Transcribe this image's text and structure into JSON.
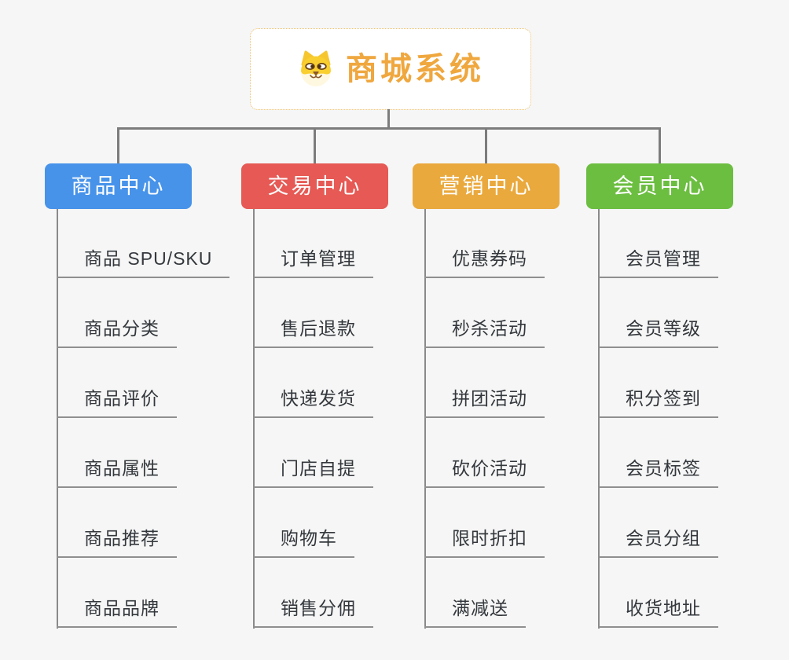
{
  "root": {
    "title": "商城系统",
    "icon": "shiba-dog-icon",
    "title_color": "#efa73e",
    "border_color": "#edbe6b"
  },
  "branches": [
    {
      "label": "商品中心",
      "color": "#4793ea",
      "items": [
        "商品 SPU/SKU",
        "商品分类",
        "商品评价",
        "商品属性",
        "商品推荐",
        "商品品牌"
      ]
    },
    {
      "label": "交易中心",
      "color": "#e65954",
      "items": [
        "订单管理",
        "售后退款",
        "快递发货",
        "门店自提",
        "购物车",
        "销售分佣"
      ]
    },
    {
      "label": "营销中心",
      "color": "#eaa93d",
      "items": [
        "优惠券码",
        "秒杀活动",
        "拼团活动",
        "砍价活动",
        "限时折扣",
        "满减送"
      ]
    },
    {
      "label": "会员中心",
      "color": "#6cbe41",
      "items": [
        "会员管理",
        "会员等级",
        "积分签到",
        "会员标签",
        "会员分组",
        "收货地址"
      ]
    }
  ],
  "connector_color": "#7c7c7c",
  "background_color": "#f5f6f5"
}
